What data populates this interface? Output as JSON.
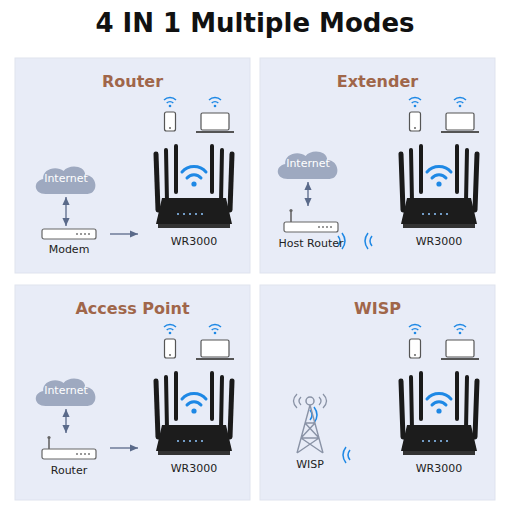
{
  "diagram": {
    "title": "4 IN 1 Multiple Modes",
    "nodes": [
      {
        "text": [
          "Router"
        ]
      },
      {
        "text": [
          "Internet"
        ],
        "in": 0
      },
      {
        "text": [
          "Modem"
        ],
        "in": 0
      },
      {
        "text": [
          "WR3000"
        ],
        "in": 0
      },
      {
        "text": [
          "Extender"
        ]
      },
      {
        "text": [
          "Internet"
        ],
        "in": 4
      },
      {
        "text": [
          "Host Router"
        ],
        "in": 4
      },
      {
        "text": [
          "WR3000"
        ],
        "in": 4
      },
      {
        "text": [
          "Access Point"
        ]
      },
      {
        "text": [
          "Internet"
        ],
        "in": 8
      },
      {
        "text": [
          "Router"
        ],
        "in": 8
      },
      {
        "text": [
          "WR3000"
        ],
        "in": 8
      },
      {
        "text": [
          "WISP"
        ]
      },
      {
        "text": [
          "WISP"
        ],
        "in": 12
      },
      {
        "text": [
          "WR3000"
        ],
        "in": 12
      }
    ],
    "edges": [
      {
        "from": 1,
        "to": 2,
        "arrow": "both"
      },
      {
        "from": 2,
        "to": 3,
        "arrow": "to"
      },
      {
        "from": 5,
        "to": 6,
        "arrow": "both"
      },
      {
        "from": 9,
        "to": 10,
        "arrow": "both"
      },
      {
        "from": 10,
        "to": 11,
        "arrow": "to"
      }
    ]
  }
}
